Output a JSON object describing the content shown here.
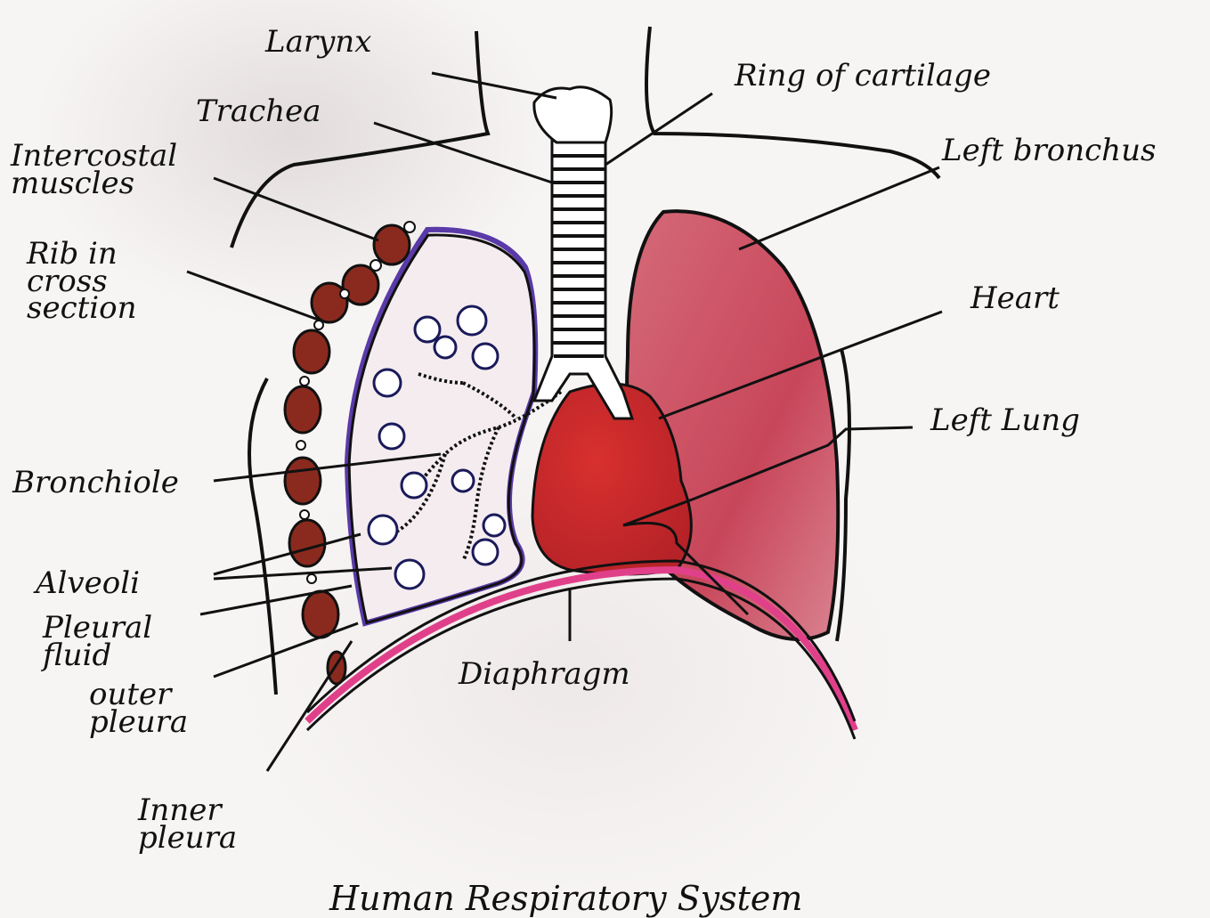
{
  "labels": {
    "larynx": "Larynx",
    "trachea": "Trachea",
    "ring_of_cartilage": "Ring of cartilage",
    "left_bronchus": "Left bronchus",
    "intercostal_muscles": "Intercostal\nmuscles",
    "rib_in_cross_section": "Rib in\ncross\nsection",
    "heart": "Heart",
    "left_lung": "Left Lung",
    "bronchiole": "Bronchiole",
    "alveoli": "Alveoli",
    "pleural_fluid": "Pleural\nfluid",
    "outer_pleura": "outer\npleura",
    "diaphragm": "Diaphragm",
    "inner_pleura": "Inner\npleura",
    "title": "Human Respiratory System"
  },
  "colors": {
    "lung": "#c8465a",
    "heart": "#c8282c",
    "rib": "#8a2a1e",
    "pleura": "#5a3aa8",
    "diaphragm": "#e0408a",
    "ink": "#111111"
  }
}
